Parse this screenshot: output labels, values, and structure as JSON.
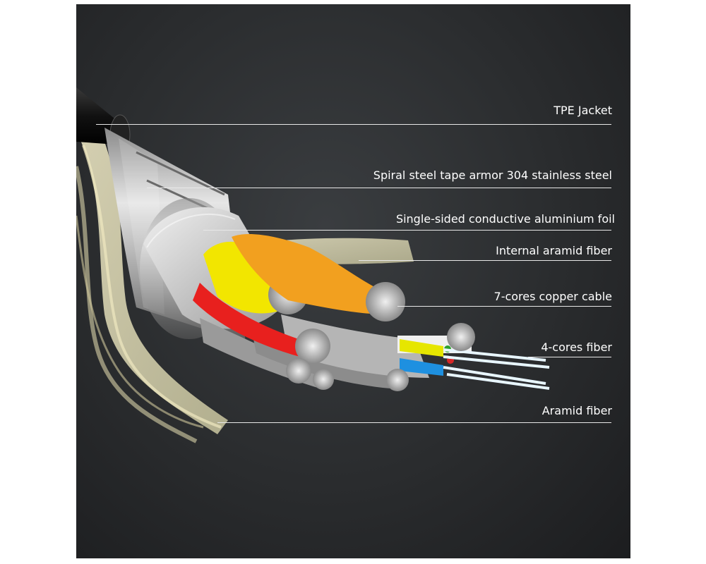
{
  "labels": [
    {
      "id": "tpe-jacket",
      "text": "TPE Jacket"
    },
    {
      "id": "steel-tape",
      "text": "Spiral steel tape armor 304 stainless steel"
    },
    {
      "id": "alu-foil",
      "text": "Single-sided conductive aluminium foil"
    },
    {
      "id": "int-aramid",
      "text": "Internal aramid fiber"
    },
    {
      "id": "copper",
      "text": "7-cores copper cable"
    },
    {
      "id": "fiber4",
      "text": "4-cores fiber"
    },
    {
      "id": "aramid",
      "text": "Aramid fiber"
    }
  ],
  "colors": {
    "background": "#2b2d2f",
    "jacket": "#1a1a1a",
    "steel": "#bfbfbf",
    "foil": "#d9d9d9",
    "aramid": "#e6dfb8",
    "yellow": "#f2e600",
    "orange": "#f2a01f",
    "red": "#e8201e",
    "grey": "#a9a9a9",
    "fiber-yellow": "#e6e600",
    "fiber-blue": "#1e90e0",
    "fiber-green": "#2ca02c",
    "fiber-red": "#d62728"
  }
}
